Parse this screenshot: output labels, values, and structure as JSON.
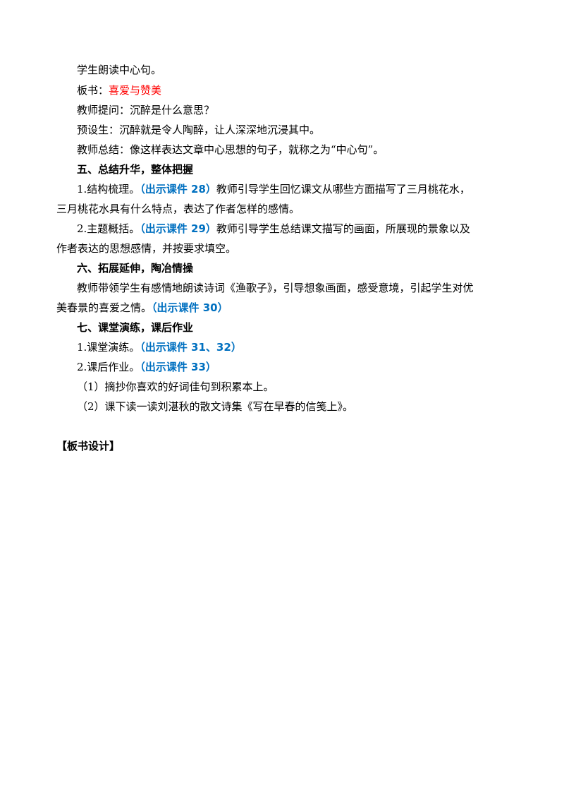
{
  "colors": {
    "text": "#000000",
    "highlight_red": "#ff0000",
    "highlight_blue": "#0070c0"
  },
  "lines": {
    "l1": "学生朗读中心句。",
    "l2_prefix": "板书：",
    "l2_red": "喜爱与赞美",
    "l3": "教师提问：沉醉是什么意思？",
    "l4": "预设生：沉醉就是令人陶醉，让人深深地沉浸其中。",
    "l5": "教师总结：像这样表达文章中心思想的句子，就称之为“中心句”。",
    "h5": "五、总结升华，整体把握",
    "l6_prefix": "1.结构梳理。",
    "l6_blue": "（出示课件 28）",
    "l6_suffix": "教师引导学生回忆课文从哪些方面描写了三月桃花水，",
    "l7": "三月桃花水具有什么特点，表达了作者怎样的感情。",
    "l8_prefix": "2.主题概括。",
    "l8_blue": "（出示课件 29）",
    "l8_suffix": "教师引导学生总结课文描写的画面，所展现的景象以及",
    "l9": "作者表达的思想感情，并按要求填空。",
    "h6": "六、拓展延伸，陶冶情操",
    "l10": "教师带领学生有感情地朗读诗词《渔歌子》，引导想象画面，感受意境，引起学生对优",
    "l11_prefix": "美春景的喜爱之情。",
    "l11_blue": "（出示课件 30）",
    "h7": "七、课堂演练，课后作业",
    "l12_prefix": "1.课堂演练。",
    "l12_blue": "（出示课件 31、32）",
    "l13_prefix": "2.课后作业。",
    "l13_blue": "（出示课件 33）",
    "l14": "（1）摘抄你喜欢的好词佳句到积累本上。",
    "l15": "（2）课下读一读刘湛秋的散文诗集《写在早春的信笺上》。",
    "section_title": "【板书设计】"
  }
}
